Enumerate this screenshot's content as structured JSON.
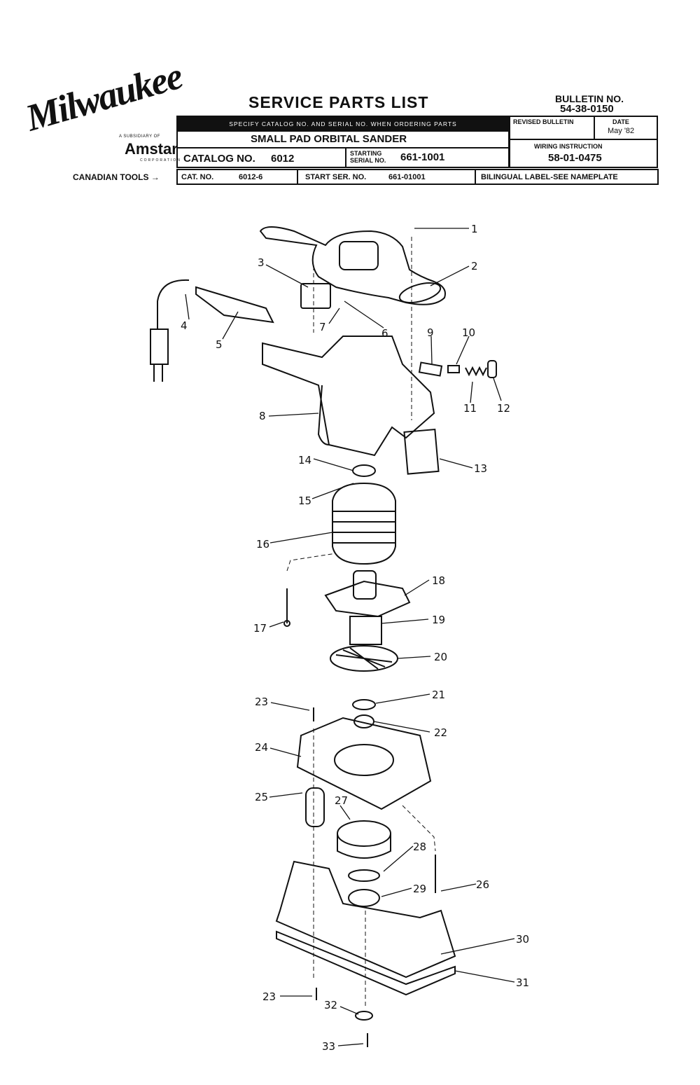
{
  "logo": {
    "brand": "Milwaukee",
    "subsidiary": "A SUBSIDIARY OF",
    "parent": "Amstar",
    "corporation": "CORPORATION"
  },
  "header": {
    "title": "SERVICE PARTS LIST",
    "bulletin_label": "BULLETIN NO.",
    "bulletin_no": "54-38-0150",
    "instruction": "SPECIFY CATALOG NO. AND SERIAL NO. WHEN ORDERING PARTS",
    "product": "SMALL PAD ORBITAL SANDER",
    "catalog_label": "CATALOG NO.",
    "catalog_no": "6012",
    "starting_label": "STARTING",
    "serial_label": "SERIAL NO.",
    "serial_no": "661-1001",
    "revised_label": "REVISED BULLETIN",
    "date_label": "DATE",
    "date": "May '82",
    "wiring_label": "WIRING INSTRUCTION",
    "wiring_no": "58-01-0475"
  },
  "canadian": {
    "label": "CANADIAN TOOLS",
    "cat_label": "CAT. NO.",
    "cat_no": "6012-6",
    "start_label": "START SER. NO.",
    "start_no": "661-01001",
    "bilingual": "BILINGUAL LABEL-SEE NAMEPLATE"
  },
  "parts": [
    "1",
    "2",
    "3",
    "4",
    "5",
    "6",
    "7",
    "8",
    "9",
    "10",
    "11",
    "12",
    "13",
    "14",
    "15",
    "16",
    "17",
    "18",
    "19",
    "20",
    "21",
    "22",
    "23",
    "24",
    "25",
    "26",
    "27",
    "28",
    "29",
    "30",
    "31",
    "23",
    "32",
    "33"
  ]
}
